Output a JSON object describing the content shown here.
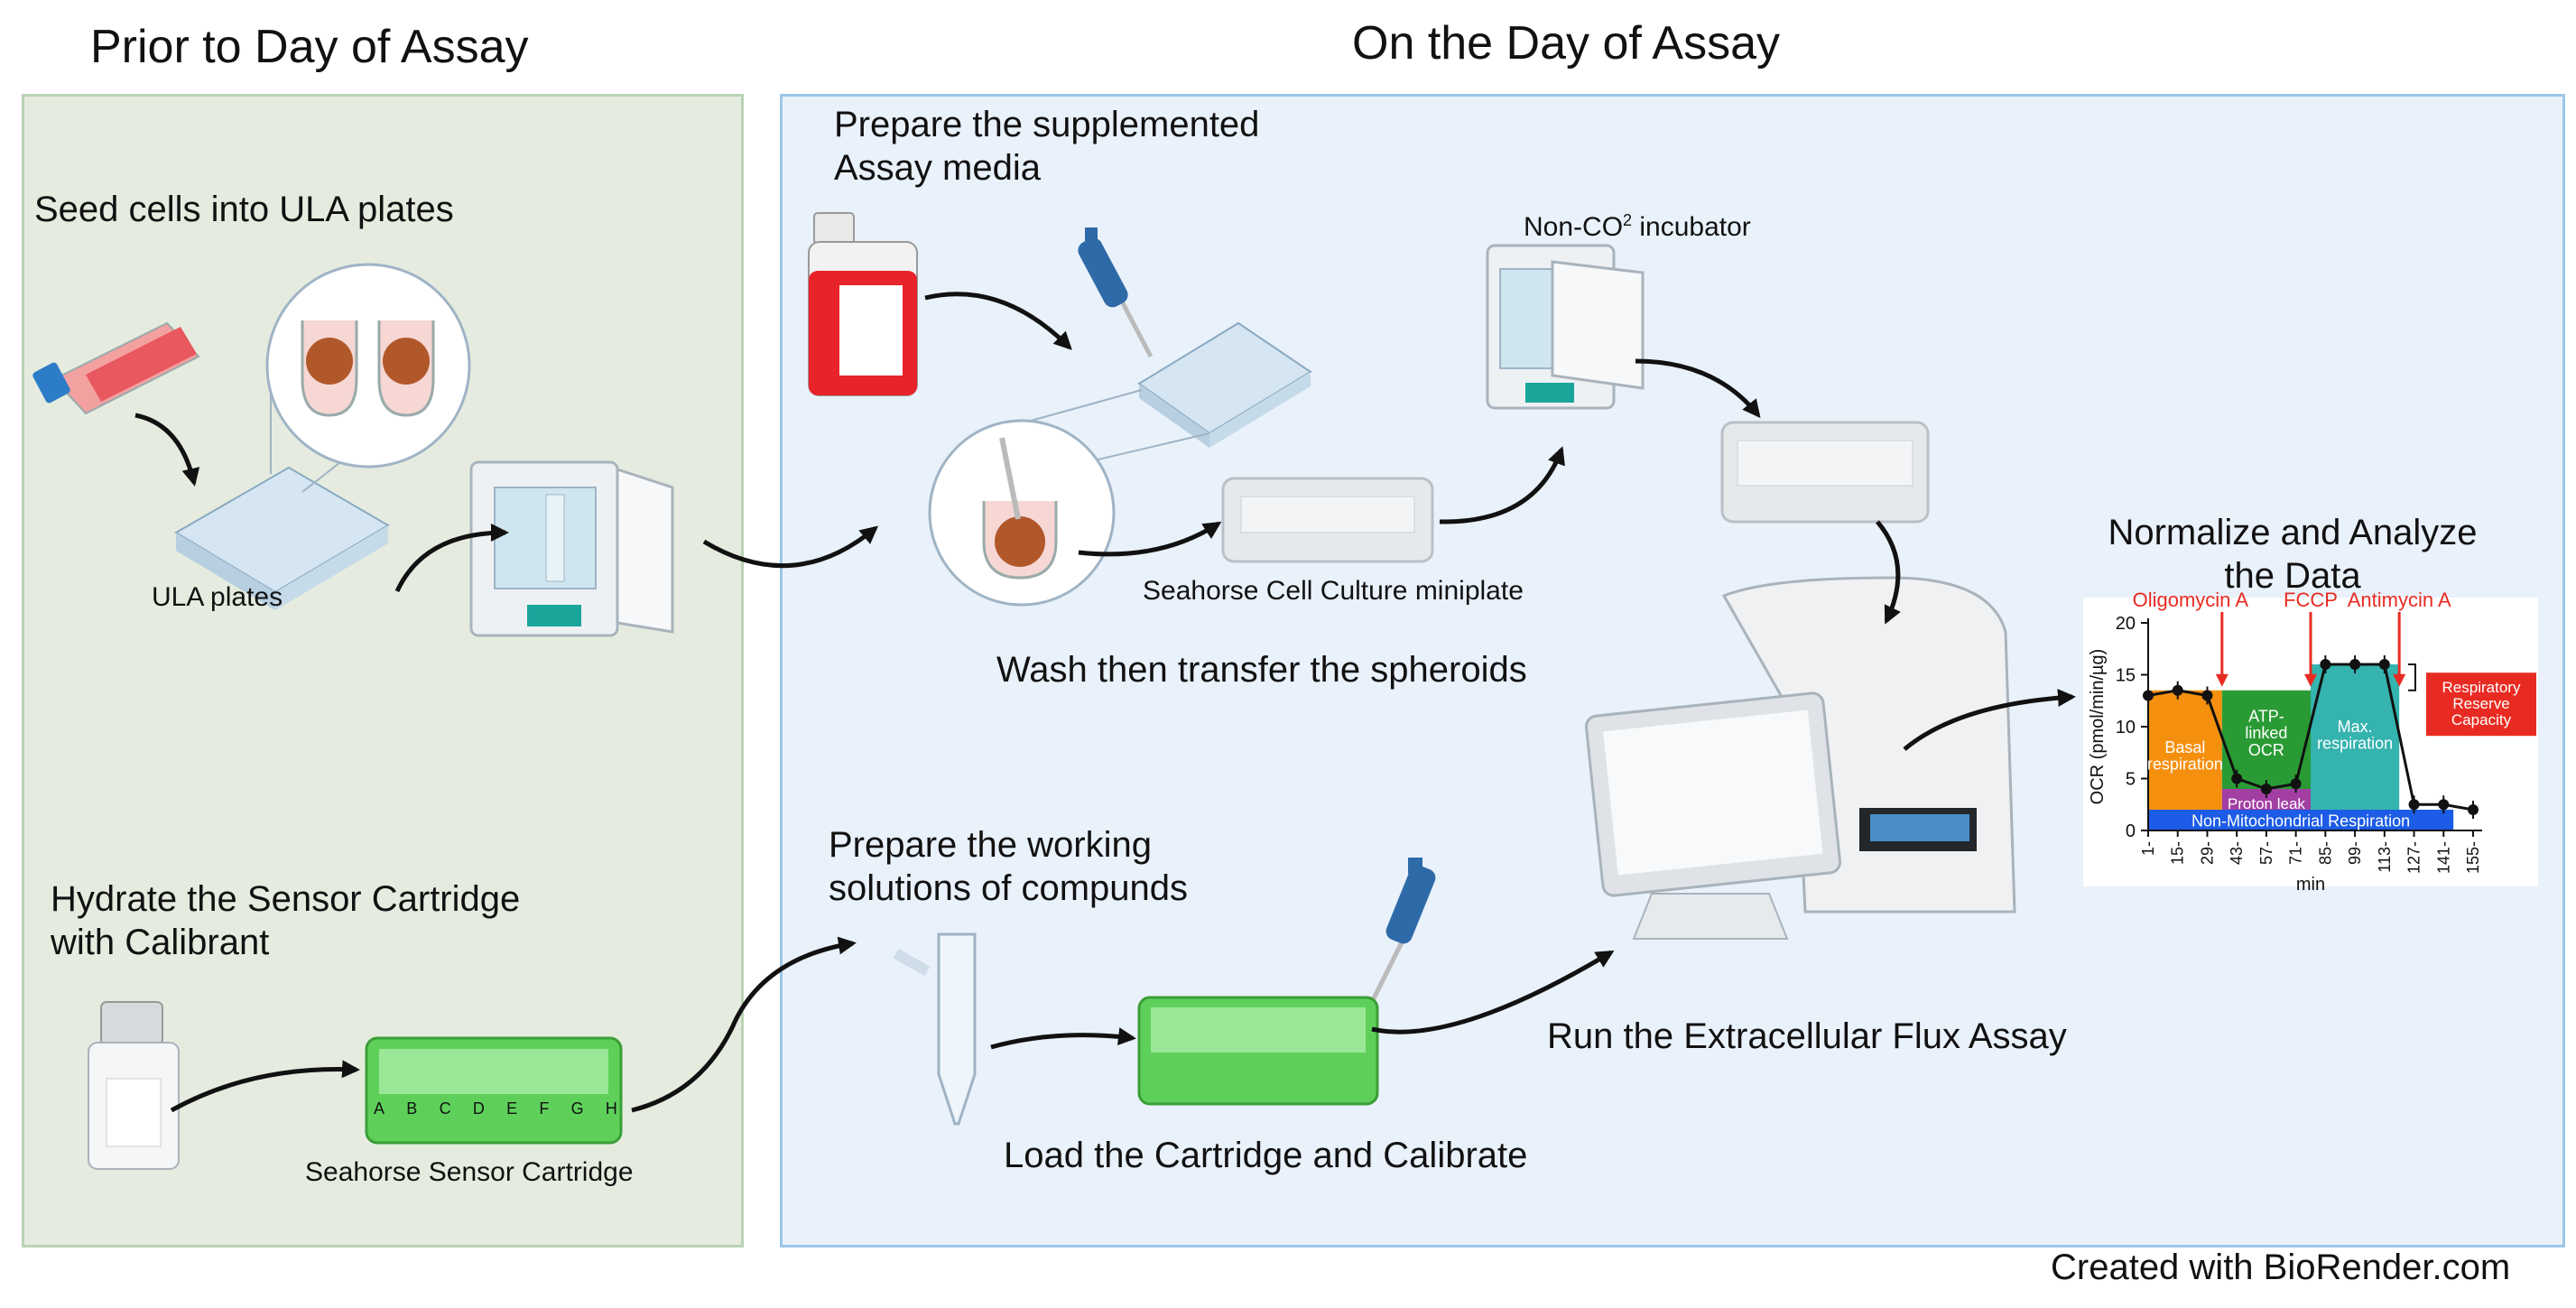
{
  "titles": {
    "prior": "Prior to Day of Assay",
    "day": "On the Day of Assay"
  },
  "steps": {
    "seed_cells": "Seed cells into ULA plates",
    "hydrate": "Hydrate the Sensor Cartridge\nwith Calibrant",
    "prepare_media": "Prepare the supplemented\nAssay media",
    "wash_transfer": "Wash  then transfer the spheroids",
    "prepare_solutions": "Prepare the  working\n solutions  of compunds",
    "load_calibrate": "Load the Cartridge and Calibrate",
    "run_assay": "Run the Extracellular Flux Assay",
    "normalize": "Normalize and Analyze\nthe Data"
  },
  "labels": {
    "ula_plates": "ULA plates",
    "sensor_cartridge": "Seahorse Sensor Cartridge",
    "miniplate": "Seahorse Cell Culture miniplate",
    "incubator_prefix": "Non-CO",
    "incubator_sup": "2",
    "incubator_suffix": " incubator",
    "cartridge_letters": [
      "A",
      "B",
      "C",
      "D",
      "E",
      "F",
      "G",
      "H"
    ]
  },
  "footer": "Created with BioRender.com",
  "colors": {
    "prior_panel_bg": "#e5ecdf",
    "prior_panel_border": "#b9d3b5",
    "day_panel_bg": "#e9f1fa",
    "day_panel_border": "#9cc7e8",
    "media_red": "#e8232a",
    "cartridge_green": "#5ed05a",
    "pipette_blue": "#2e6aa8",
    "basal": "#f5900f",
    "atp": "#2a9b34",
    "max": "#35b3ae",
    "proton": "#a33ea3",
    "nonmito": "#1c5ce6",
    "rrc": "#e82b22",
    "annotation_red": "#e82b22"
  },
  "chart_data": {
    "type": "line",
    "xlabel": "min",
    "ylabel": "OCR (pmol/min/µg)",
    "ylim": [
      0,
      20
    ],
    "yticks": [
      0,
      5,
      10,
      15,
      20
    ],
    "x": [
      1,
      15,
      29,
      43,
      57,
      71,
      85,
      99,
      113,
      127,
      141,
      155
    ],
    "xtick_labels": [
      "1",
      "15",
      "29",
      "43",
      "57",
      "71",
      "85",
      "99",
      "113",
      "127",
      "141",
      "155"
    ],
    "series": [
      {
        "values": [
          13,
          13.5,
          13,
          5,
          4,
          4.5,
          16,
          16,
          16,
          2.5,
          2.5,
          2
        ]
      }
    ],
    "injections": [
      {
        "label": "Oligomycin A",
        "x": 36
      },
      {
        "label": "FCCP",
        "x": 78
      },
      {
        "label": "Antimycin A",
        "x": 120
      }
    ],
    "regions": [
      {
        "label": "Basal\nrespiration",
        "color": "#f5900f"
      },
      {
        "label": "ATP-\nlinked\nOCR",
        "color": "#2a9b34"
      },
      {
        "label": "Proton leak",
        "color": "#a33ea3"
      },
      {
        "label": "Max.\nrespiration",
        "color": "#35b3ae"
      },
      {
        "label": "Non-Mitochondrial Respiration",
        "color": "#1c5ce6"
      },
      {
        "label": "Respiratory\nReserve\nCapacity",
        "color": "#e82b22"
      }
    ]
  }
}
